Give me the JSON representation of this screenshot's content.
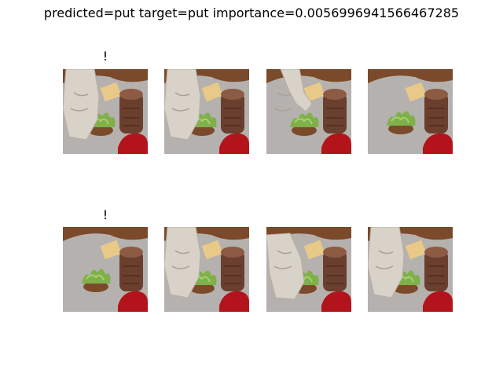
{
  "title": "predicted=put target=put importance=0.0056996941566467285",
  "frames": [
    {
      "id": "r1c1",
      "marker": "!",
      "hand_stage": "grip",
      "has_hand": true
    },
    {
      "id": "r1c2",
      "marker": "",
      "hand_stage": "grip",
      "has_hand": true
    },
    {
      "id": "r1c3",
      "marker": "",
      "hand_stage": "reach",
      "has_hand": true
    },
    {
      "id": "r1c4",
      "marker": "",
      "hand_stage": "none",
      "has_hand": false
    },
    {
      "id": "r2c1",
      "marker": "!",
      "hand_stage": "none",
      "has_hand": false
    },
    {
      "id": "r2c2",
      "marker": "",
      "hand_stage": "grip",
      "has_hand": true
    },
    {
      "id": "r2c3",
      "marker": "",
      "hand_stage": "press",
      "has_hand": true
    },
    {
      "id": "r2c4",
      "marker": "",
      "hand_stage": "grip",
      "has_hand": true
    }
  ],
  "colors": {
    "table": "#b5b1ae",
    "lettuce": "#7fb04a",
    "bun": "#7a4a2a",
    "jar": "#6b3f2e",
    "lid": "#8d5a44",
    "cloth": "#b3141c",
    "cheese": "#e9c987",
    "glove": "#d8d2c8",
    "wood": "#7a4a2a"
  }
}
